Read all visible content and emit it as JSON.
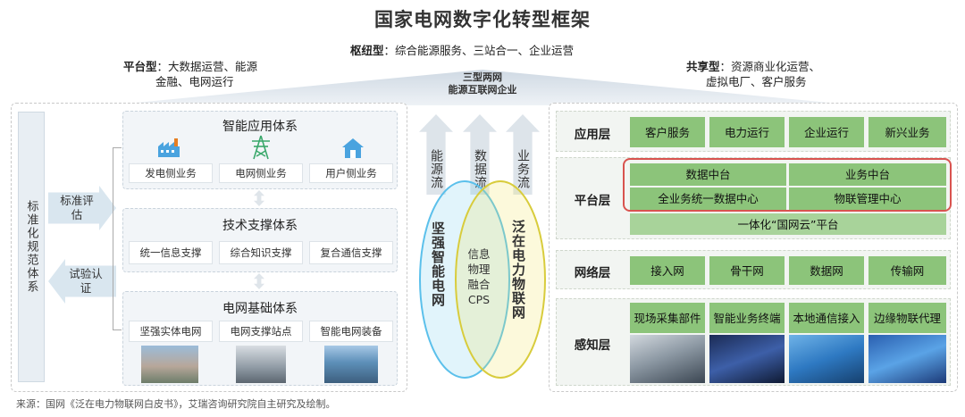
{
  "title": "国家电网数字化转型框架",
  "categories": {
    "hub_label": "枢纽型",
    "hub_text": "：综合能源服务、三站合一、企业运营",
    "platform_label": "平台型",
    "platform_text_1": "：大数据运营、能源",
    "platform_text_2": "金融、电网运行",
    "shared_label": "共享型",
    "shared_text_1": "：资源商业化运营、",
    "shared_text_2": "虚拟电厂、客户服务"
  },
  "roof": {
    "line1": "三型两网",
    "line2": "能源互联网企业"
  },
  "left": {
    "vertical_label": "标准化规范体系",
    "arrow_right_label": "标准评估",
    "arrow_left_label": "试验认证",
    "systems": [
      {
        "title": "智能应用体系",
        "items": [
          "发电侧业务",
          "电网侧业务",
          "用户侧业务"
        ],
        "icons": [
          "factory-icon",
          "power-tower-icon",
          "house-icon"
        ]
      },
      {
        "title": "技术支撑体系",
        "items": [
          "统一信息支撑",
          "综合知识支撑",
          "复合通信支撑"
        ]
      },
      {
        "title": "电网基础体系",
        "items": [
          "坚强实体电网",
          "电网支撑站点",
          "智能电网装备"
        ]
      }
    ]
  },
  "middle": {
    "flows": [
      "能源流",
      "数据流",
      "业务流"
    ],
    "left_circle": "坚强智能电网",
    "right_circle": "泛在电力物联网",
    "overlap": [
      "信息",
      "物理",
      "融合",
      "CPS"
    ]
  },
  "right": {
    "layers": [
      {
        "label": "应用层",
        "boxes": [
          "客户服务",
          "电力运行",
          "企业运行",
          "新兴业务"
        ]
      },
      {
        "label": "平台层",
        "boxes": [
          "数据中台",
          "业务中台",
          "全业务统一数据中心",
          "物联管理中心"
        ],
        "bottom": "一体化“国网云”平台"
      },
      {
        "label": "网络层",
        "boxes": [
          "接入网",
          "骨干网",
          "数据网",
          "传输网"
        ]
      },
      {
        "label": "感知层",
        "boxes": [
          "现场采集部件",
          "智能业务终端",
          "本地通信接入",
          "边缘物联代理"
        ]
      }
    ]
  },
  "source": "来源：国网《泛在电力物联网白皮书》，艾瑞咨询研究院自主研究及绘制。",
  "colors": {
    "green": "#8cc47a",
    "red_highlight": "#d9534f",
    "venn_blue": "#5bc0eb",
    "venn_yellow": "#f0e35a"
  }
}
